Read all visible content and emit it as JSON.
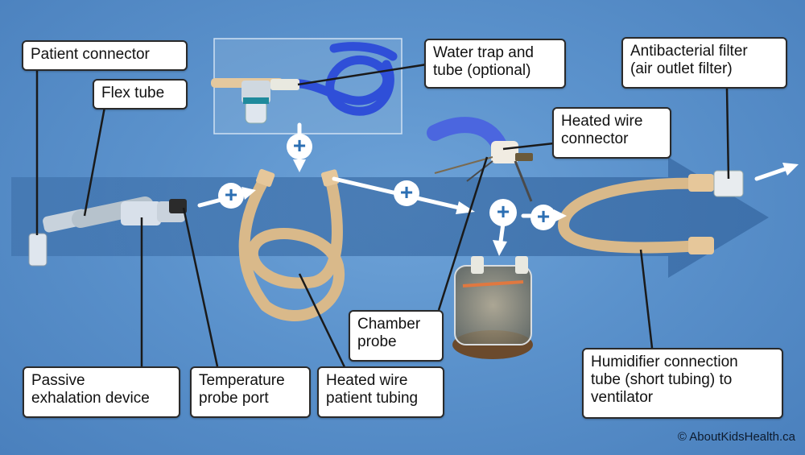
{
  "labels": {
    "patient_connector": "Patient connector",
    "flex_tube": "Flex tube",
    "water_trap": "Water trap and\ntube (optional)",
    "antibacterial_filter": "Antibacterial filter\n(air outlet filter)",
    "heated_wire_connector": "Heated wire\nconnector",
    "chamber_probe": "Chamber\nprobe",
    "passive_exhalation": "Passive\nexhalation device",
    "temperature_probe_port": "Temperature\nprobe port",
    "heated_wire_tubing": "Heated wire\npatient tubing",
    "humidifier_connection": "Humidifier connection\ntube (short tubing) to\nventilator"
  },
  "plus_symbol": "+",
  "copyright": "© AboutKidsHealth.ca",
  "colors": {
    "background": "#5b92cc",
    "flow_band": "#3f74ad",
    "tan_tubing": "#d9b98a",
    "blue_tubing": "#2f4fd8",
    "plus_circle": "#ffffff",
    "plus_sign": "#2c6fb3"
  }
}
